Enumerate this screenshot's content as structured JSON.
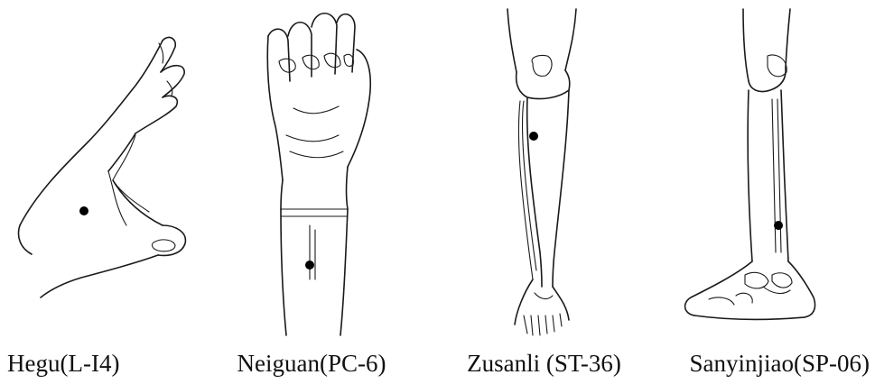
{
  "points": [
    {
      "id": "hegu",
      "label": "Hegu(L-I4)"
    },
    {
      "id": "neiguan",
      "label": "Neiguan(PC-6)"
    },
    {
      "id": "zusanli",
      "label": "Zusanli (ST-36)"
    },
    {
      "id": "sanyinjiao",
      "label": "Sanyinjiao(SP-06)"
    }
  ],
  "colors": {
    "line": "#1a1a1a",
    "point": "#000000",
    "background": "#ffffff"
  }
}
